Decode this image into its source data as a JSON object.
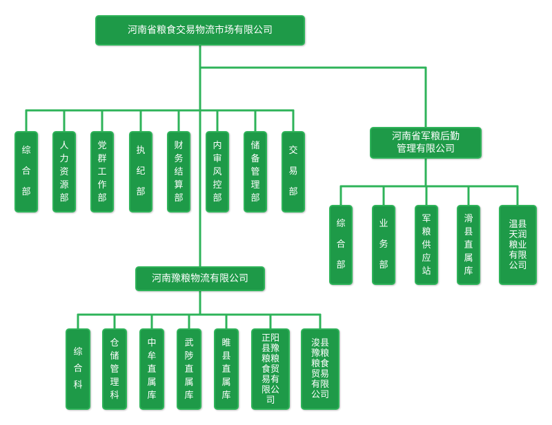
{
  "root": "河南省粮食交易物流市场有限公司",
  "departments": [
    "综合部",
    "人力资源部",
    "党群工作部",
    "执纪部",
    "财务结算部",
    "内审风控部",
    "储备管理部",
    "交易部"
  ],
  "sub1": {
    "name_lines": [
      "河南省军粮后勤",
      "管理有限公司"
    ],
    "children": [
      "综合部",
      "业务部",
      "军粮供应站",
      "滑县直属库",
      "温县天润粮业有限公司"
    ]
  },
  "sub2": {
    "name": "河南豫粮物流有限公司",
    "children": [
      "综合科",
      "仓储管理科",
      "中牟直属库",
      "武陟直属库",
      "睢县直属库",
      "正阳县豫粮粮食贸易有限公司",
      "浚县豫粮粮食贸易有限公司"
    ]
  },
  "colors": {
    "box": "#1e9a48",
    "box_border": "#2eb359",
    "line": "#2eb359",
    "text": "#ffffff"
  }
}
